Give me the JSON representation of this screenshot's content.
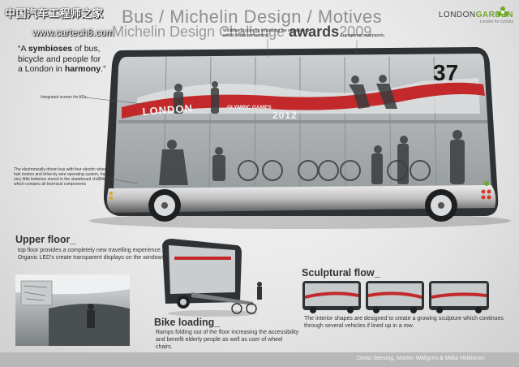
{
  "watermark": {
    "line1": "中国汽车工程师之家",
    "line2": "www.cartech8.com"
  },
  "header": {
    "award_line1": "Bus / Michelin Design / Motives",
    "award_prefix": "Michelin Design Challenge ",
    "award_bold": "awards",
    "award_year": "2009",
    "brand_prefix": "LONDON",
    "brand_suffix": "GARDEN",
    "brand_sub": "London for cyclists"
  },
  "quote": {
    "p1": "“A ",
    "b1": "symbioses",
    "p2": " of bus, bicycle and people for a London in ",
    "b2": "harmony",
    "p3": ".”"
  },
  "notes": {
    "windows": "Windows to open for embracing the sounds and smells of the surrounding.",
    "solarpanels": "Transparent solarpanels.",
    "screen": "Integrated screen for ADs.",
    "drive": "The electronically driven bus with four electric wheel hub motors and drive-by wire operating system, has very little batteries stored in the skateboard chassis which contains all technical components"
  },
  "bus": {
    "route_number": "37",
    "banner_city": "LONDON",
    "banner_event": "OLYMPIC GAMES",
    "banner_year": "2012"
  },
  "sections": {
    "upper_title": "Upper floor_",
    "upper_desc": "top floor provides a completely new travelling experience. Organic LED's create transparent displays on the windows.",
    "bike_title": "Bike loading_",
    "bike_desc": "Ramps folding out of the floor increasing the accessibility and benefit elderly people as well as user of wheel chairs.",
    "sculpt_title": "Sculptural flow_",
    "sculpt_desc": "The interior shapes are designed to create a growing sculpture which continues through several vehicles if lined up in a row."
  },
  "footer": {
    "credits": "David Seesing, Marten Wallgren & Miika Heikkinen"
  },
  "colors": {
    "banner_red": "#c3282a",
    "brand_green": "#6fa82a",
    "bus_glass": "#b9bdbf",
    "footer_bg": "#b8b8b8"
  }
}
